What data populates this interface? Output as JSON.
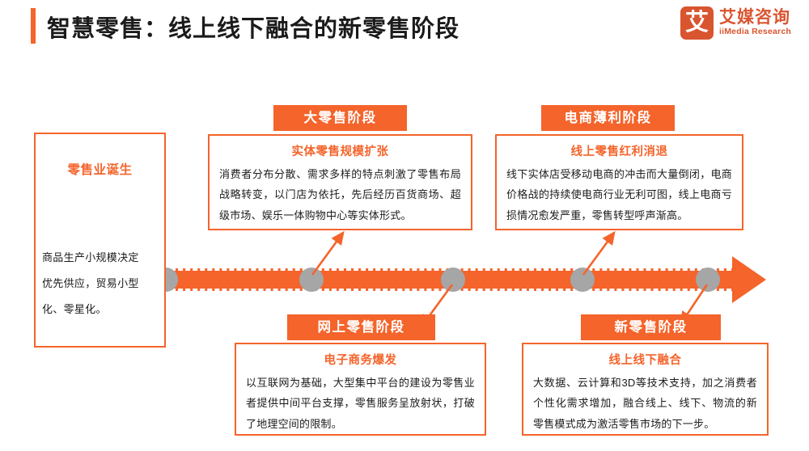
{
  "header": {
    "title": "智慧零售：线上线下融合的新零售阶段",
    "logo_mark": "艾",
    "logo_cn": "艾媒咨询",
    "logo_en": "iiMedia Research",
    "accent_color": "#F4642B",
    "logo_color": "#D9552F"
  },
  "timeline": {
    "axis_color": "#F4642B",
    "node_color": "#A6A6A6",
    "node_count": 5,
    "arrow_direction": "right"
  },
  "origin": {
    "title": "零售业诞生",
    "body": "商品生产小规模决定优先供应，贸易小型化、零星化。",
    "body_lines": [
      "商品生产小规模决定",
      "优先供应，贸易小型",
      "化、零星化。"
    ]
  },
  "stages": [
    {
      "id": "big-retail",
      "header": "大零售阶段",
      "subtitle": "实体零售规模扩张",
      "text": "消费者分布分散、需求多样的特点刺激了零售布局战略转变，以门店为依托，先后经历百货商场、超级市场、娱乐一体购物中心等实体形式。",
      "position": "above"
    },
    {
      "id": "online-retail",
      "header": "网上零售阶段",
      "subtitle": "电子商务爆发",
      "text": "以互联网为基础，大型集中平台的建设为零售业者提供中间平台支撑，零售服务呈放射状，打破了地理空间的限制。",
      "position": "below"
    },
    {
      "id": "thin-profit",
      "header": "电商薄利阶段",
      "subtitle": "线上零售红利消退",
      "text": "线下实体店受移动电商的冲击而大量倒闭，电商价格战的持续使电商行业无利可图，线上电商亏损情况愈发严重，零售转型呼声渐高。",
      "position": "above"
    },
    {
      "id": "new-retail",
      "header": "新零售阶段",
      "subtitle": "线上线下融合",
      "text": "大数据、云计算和3D等技术支持，加之消费者个性化需求增加，融合线上、线下、物流的新零售模式成为激活零售市场的下一步。",
      "position": "below"
    }
  ]
}
